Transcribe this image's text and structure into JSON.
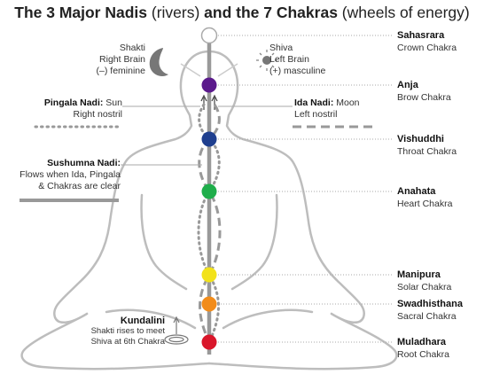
{
  "title": {
    "part1": "The 3 Major Nadis",
    "part2": " (rivers) ",
    "part3": "and the 7 Chakras",
    "part4": " (wheels of energy)"
  },
  "shakti": {
    "line1": "Shakti",
    "line2": "Right Brain",
    "line3": "(–) feminine"
  },
  "shiva": {
    "line1": "Shiva",
    "line2": "Left Brain",
    "line3": "(+) masculine"
  },
  "pingala": {
    "name": "Pingala Nadi:",
    "sub1": " Sun",
    "sub2": "Right nostril"
  },
  "ida": {
    "name": "Ida Nadi:",
    "sub1": " Moon",
    "sub2": "Left nostril"
  },
  "sushumna": {
    "name": "Sushumna Nadi:",
    "line1": "Flows when Ida, Pingala",
    "line2": "& Chakras are clear"
  },
  "kundalini": {
    "name": "Kundalini",
    "line1": "Shakti rises to meet",
    "line2": "Shiva at 6th Chakra"
  },
  "chakras": [
    {
      "name": "Sahasrara",
      "english": "Crown Chakra",
      "color": "#ffffff"
    },
    {
      "name": "Anja",
      "english": "Brow Chakra",
      "color": "#5b1a8c"
    },
    {
      "name": "Vishuddhi",
      "english": "Throat Chakra",
      "color": "#1f3f8f"
    },
    {
      "name": "Anahata",
      "english": "Heart Chakra",
      "color": "#1fae4b"
    },
    {
      "name": "Manipura",
      "english": "Solar Chakra",
      "color": "#f2e21a"
    },
    {
      "name": "Swadhisthana",
      "english": "Sacral Chakra",
      "color": "#f28c1a"
    },
    {
      "name": "Muladhara",
      "english": "Root Chakra",
      "color": "#d9162a"
    }
  ],
  "colors": {
    "body_outline": "#bdbdbd",
    "nadi_gray": "#999999",
    "leader": "#aaaaaa"
  },
  "icons": {
    "moon": "crescent-moon-icon",
    "sun": "sun-icon",
    "kundalini": "coil-arrow-icon"
  }
}
